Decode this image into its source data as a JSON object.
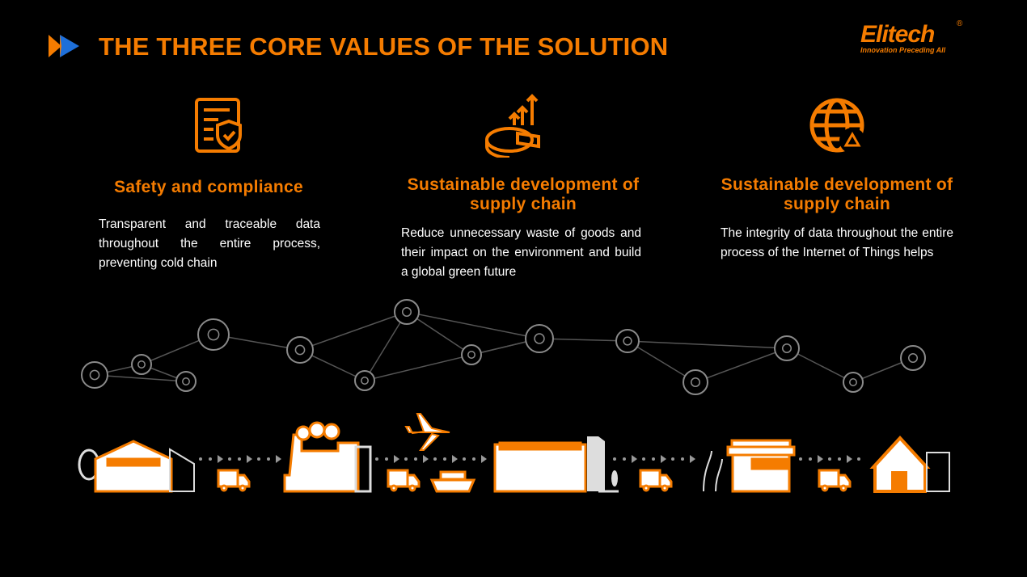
{
  "header": {
    "title": "THE THREE CORE VALUES OF THE SOLUTION"
  },
  "logo": {
    "name": "Elitech",
    "registered": "®",
    "tagline": "Innovation Preceding All"
  },
  "values": [
    {
      "icon": "document-shield-icon",
      "title": "Safety and compliance",
      "text": "Transparent and traceable data throughout the entire process, preventing cold chain"
    },
    {
      "icon": "pie-chart-growth-icon",
      "title": "Sustainable development of supply chain",
      "text": "Reduce unnecessary waste of goods and their impact on the environment and build a global green future"
    },
    {
      "icon": "globe-recycle-icon",
      "title": "Sustainable development of supply chain",
      "text": "The integrity of data throughout the entire process of the Internet of Things helps"
    }
  ],
  "colors": {
    "accent": "#f57c00",
    "arrow_blue": "#1e6fd9",
    "node": "#8a8a8a"
  }
}
